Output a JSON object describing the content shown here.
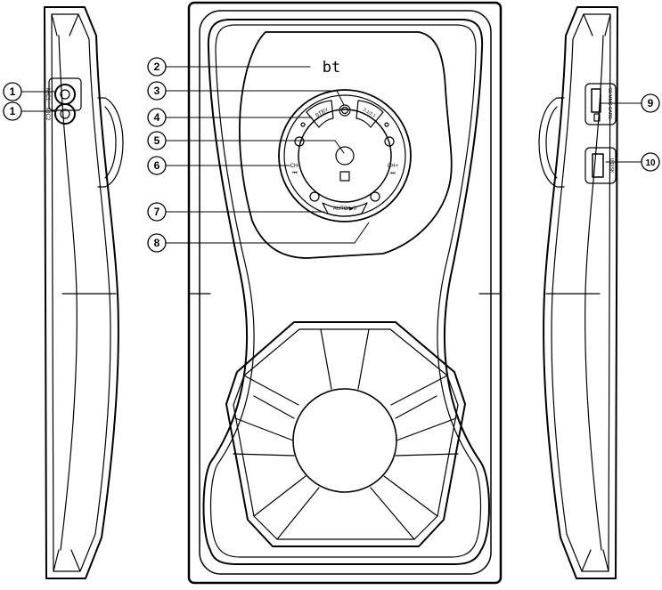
{
  "display": {
    "text": "bt"
  },
  "buttons": {
    "stby": "STBY",
    "mode": "2.1/2.1",
    "ch_minus": "CH-",
    "ch_plus": "CH+",
    "auto_play": "AUTO/▶II"
  },
  "ports": {
    "mic1": "MIC1",
    "mic2": "MIC2",
    "sd_card": "SD MMC CARD",
    "usb": "U DISK"
  },
  "callouts": [
    {
      "id": "c1a",
      "num": "1"
    },
    {
      "id": "c1b",
      "num": "1"
    },
    {
      "id": "c2",
      "num": "2"
    },
    {
      "id": "c3",
      "num": "3"
    },
    {
      "id": "c4",
      "num": "4"
    },
    {
      "id": "c5",
      "num": "5"
    },
    {
      "id": "c6",
      "num": "6"
    },
    {
      "id": "c7",
      "num": "7"
    },
    {
      "id": "c8",
      "num": "8"
    },
    {
      "id": "c9",
      "num": "9"
    },
    {
      "id": "c10",
      "num": "10"
    }
  ],
  "colors": {
    "line": "#000000",
    "background": "#ffffff"
  }
}
